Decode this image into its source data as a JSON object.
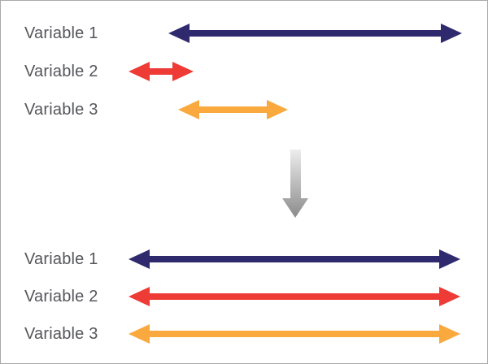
{
  "colors": {
    "variable1": "#2e2a6d",
    "variable2": "#ee3b36",
    "variable3": "#f9a93e",
    "label_text": "#55565b",
    "border": "#a9a9a9",
    "transform_arrow_top": "#ededed",
    "transform_arrow_bottom": "#8b8b8b"
  },
  "before": {
    "rows": [
      {
        "label": "Variable 1",
        "arrow": "double-arrow",
        "relative_length": "long"
      },
      {
        "label": "Variable 2",
        "arrow": "double-arrow",
        "relative_length": "short"
      },
      {
        "label": "Variable 3",
        "arrow": "double-arrow",
        "relative_length": "medium"
      }
    ]
  },
  "transform": {
    "icon": "down-arrow-icon",
    "direction": "down"
  },
  "after": {
    "rows": [
      {
        "label": "Variable 1",
        "arrow": "double-arrow",
        "relative_length": "full"
      },
      {
        "label": "Variable 2",
        "arrow": "double-arrow",
        "relative_length": "full"
      },
      {
        "label": "Variable 3",
        "arrow": "double-arrow",
        "relative_length": "full"
      }
    ]
  }
}
